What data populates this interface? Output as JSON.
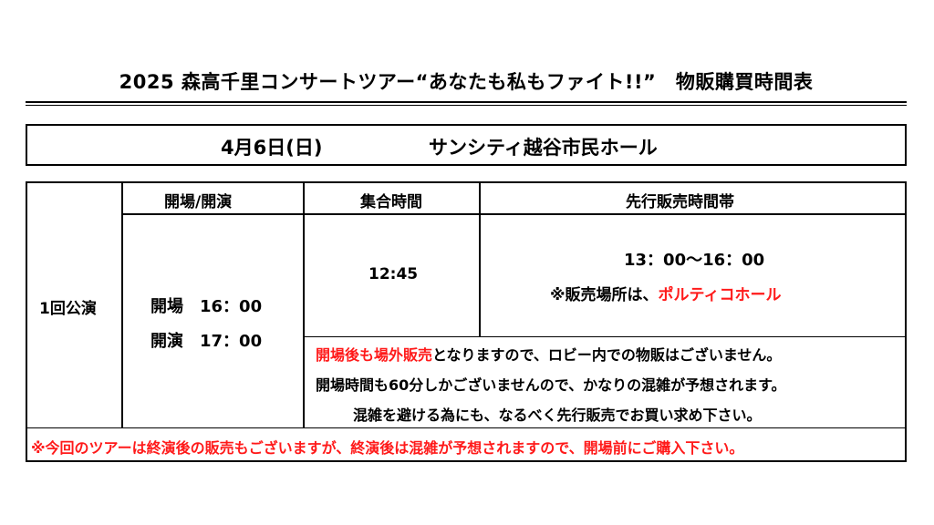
{
  "title": "2025 森高千里コンサートツアー“あなたも私もファイト!!”　物販購買時間表",
  "event": {
    "date": "4月6日(日)",
    "venue": "サンシティ越谷市民ホール"
  },
  "table": {
    "headers": {
      "doors": "開場/開演",
      "meeting": "集合時間",
      "presale": "先行販売時間帯"
    },
    "performance_label": "1回公演",
    "doors_open": "開場　16：00",
    "show_start": "開演　17：00",
    "meeting_time": "12:45",
    "presale_time": "13：00～16：00",
    "presale_location_prefix": "※販売場所は、",
    "presale_location": "ポルティコホール",
    "notice_line1_red": "開場後も場外販売",
    "notice_line1_rest": "となりますので、ロビー内での物販はございません。",
    "notice_line2": "開場時間も60分しかございませんので、かなりの混雑が予想されます。",
    "notice_line3": "混雑を避ける為にも、なるべく先行販売でお買い求め下さい。",
    "footer_notice": "※今回のツアーは終演後の販売もございますが、終演後は混雑が予想されますので、開場前にご購入下さい。"
  },
  "colors": {
    "text": "#000000",
    "accent_red": "#ff1a1a",
    "background": "#ffffff"
  }
}
